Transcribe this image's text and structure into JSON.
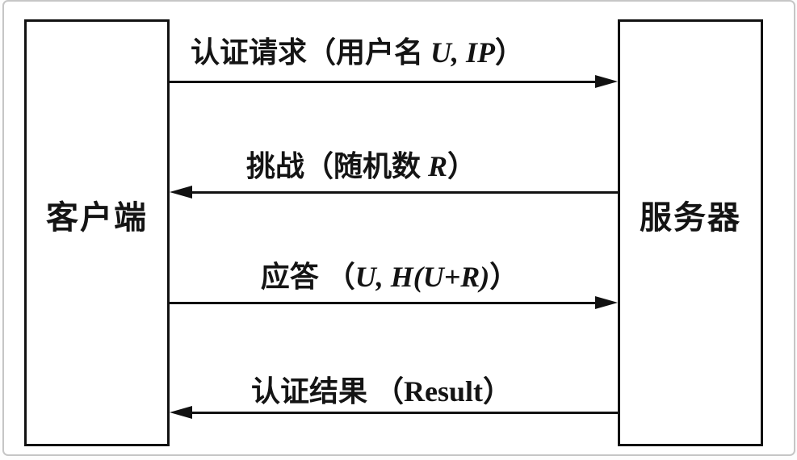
{
  "diagram": {
    "type": "sequence-diagram",
    "topic": "challenge-response-authentication",
    "colors": {
      "ink": "#111111",
      "background": "#ffffff",
      "frame_border": "#c6c6c6"
    },
    "actors": {
      "client": {
        "label": "客户端"
      },
      "server": {
        "label": "服务器"
      }
    },
    "messages": [
      {
        "direction": "client-to-server",
        "pre": "认证请求（用户名 ",
        "var": "U, IP",
        "post": "）"
      },
      {
        "direction": "server-to-client",
        "pre": "挑战（随机数 ",
        "var": "R",
        "post": "）"
      },
      {
        "direction": "client-to-server",
        "pre": "应答 （",
        "var": "U, H(U+R)",
        "post": "）"
      },
      {
        "direction": "server-to-client",
        "pre": "认证结果 （",
        "var": "Result",
        "post": "）"
      }
    ]
  }
}
